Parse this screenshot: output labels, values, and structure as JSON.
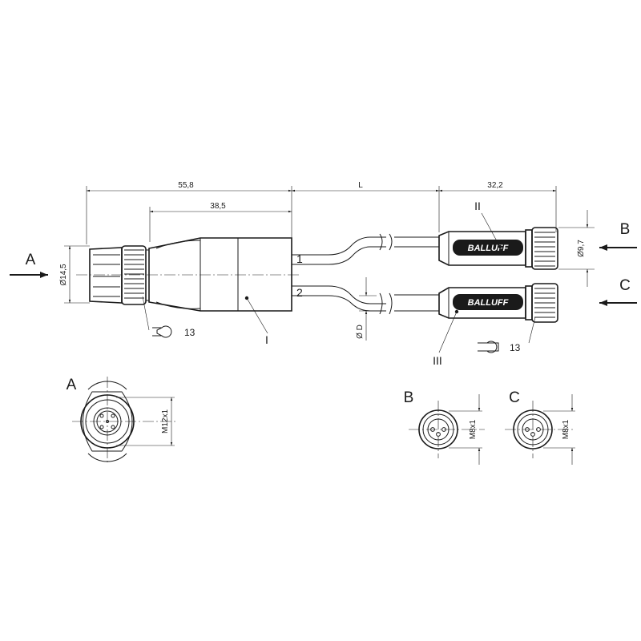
{
  "dimensions": {
    "overall_length": "55,8",
    "body_length": "38,5",
    "cable_length": "L",
    "end_length": "32,2",
    "main_diameter": "14,5",
    "end_diameter": "9,7",
    "cable_diameter": "D",
    "thread_a": "M12x1",
    "thread_b": "M8x1",
    "thread_c": "M8x1",
    "wrench_main": "13",
    "wrench_end": "13"
  },
  "callouts": {
    "part_1": "I",
    "part_2": "II",
    "part_3": "III",
    "leg_1": "1",
    "leg_2": "2"
  },
  "views": {
    "a": "A",
    "b": "B",
    "c": "C"
  },
  "symbols": {
    "diameter": "Ø"
  },
  "brand": {
    "logo_text": "BALLUFF"
  }
}
